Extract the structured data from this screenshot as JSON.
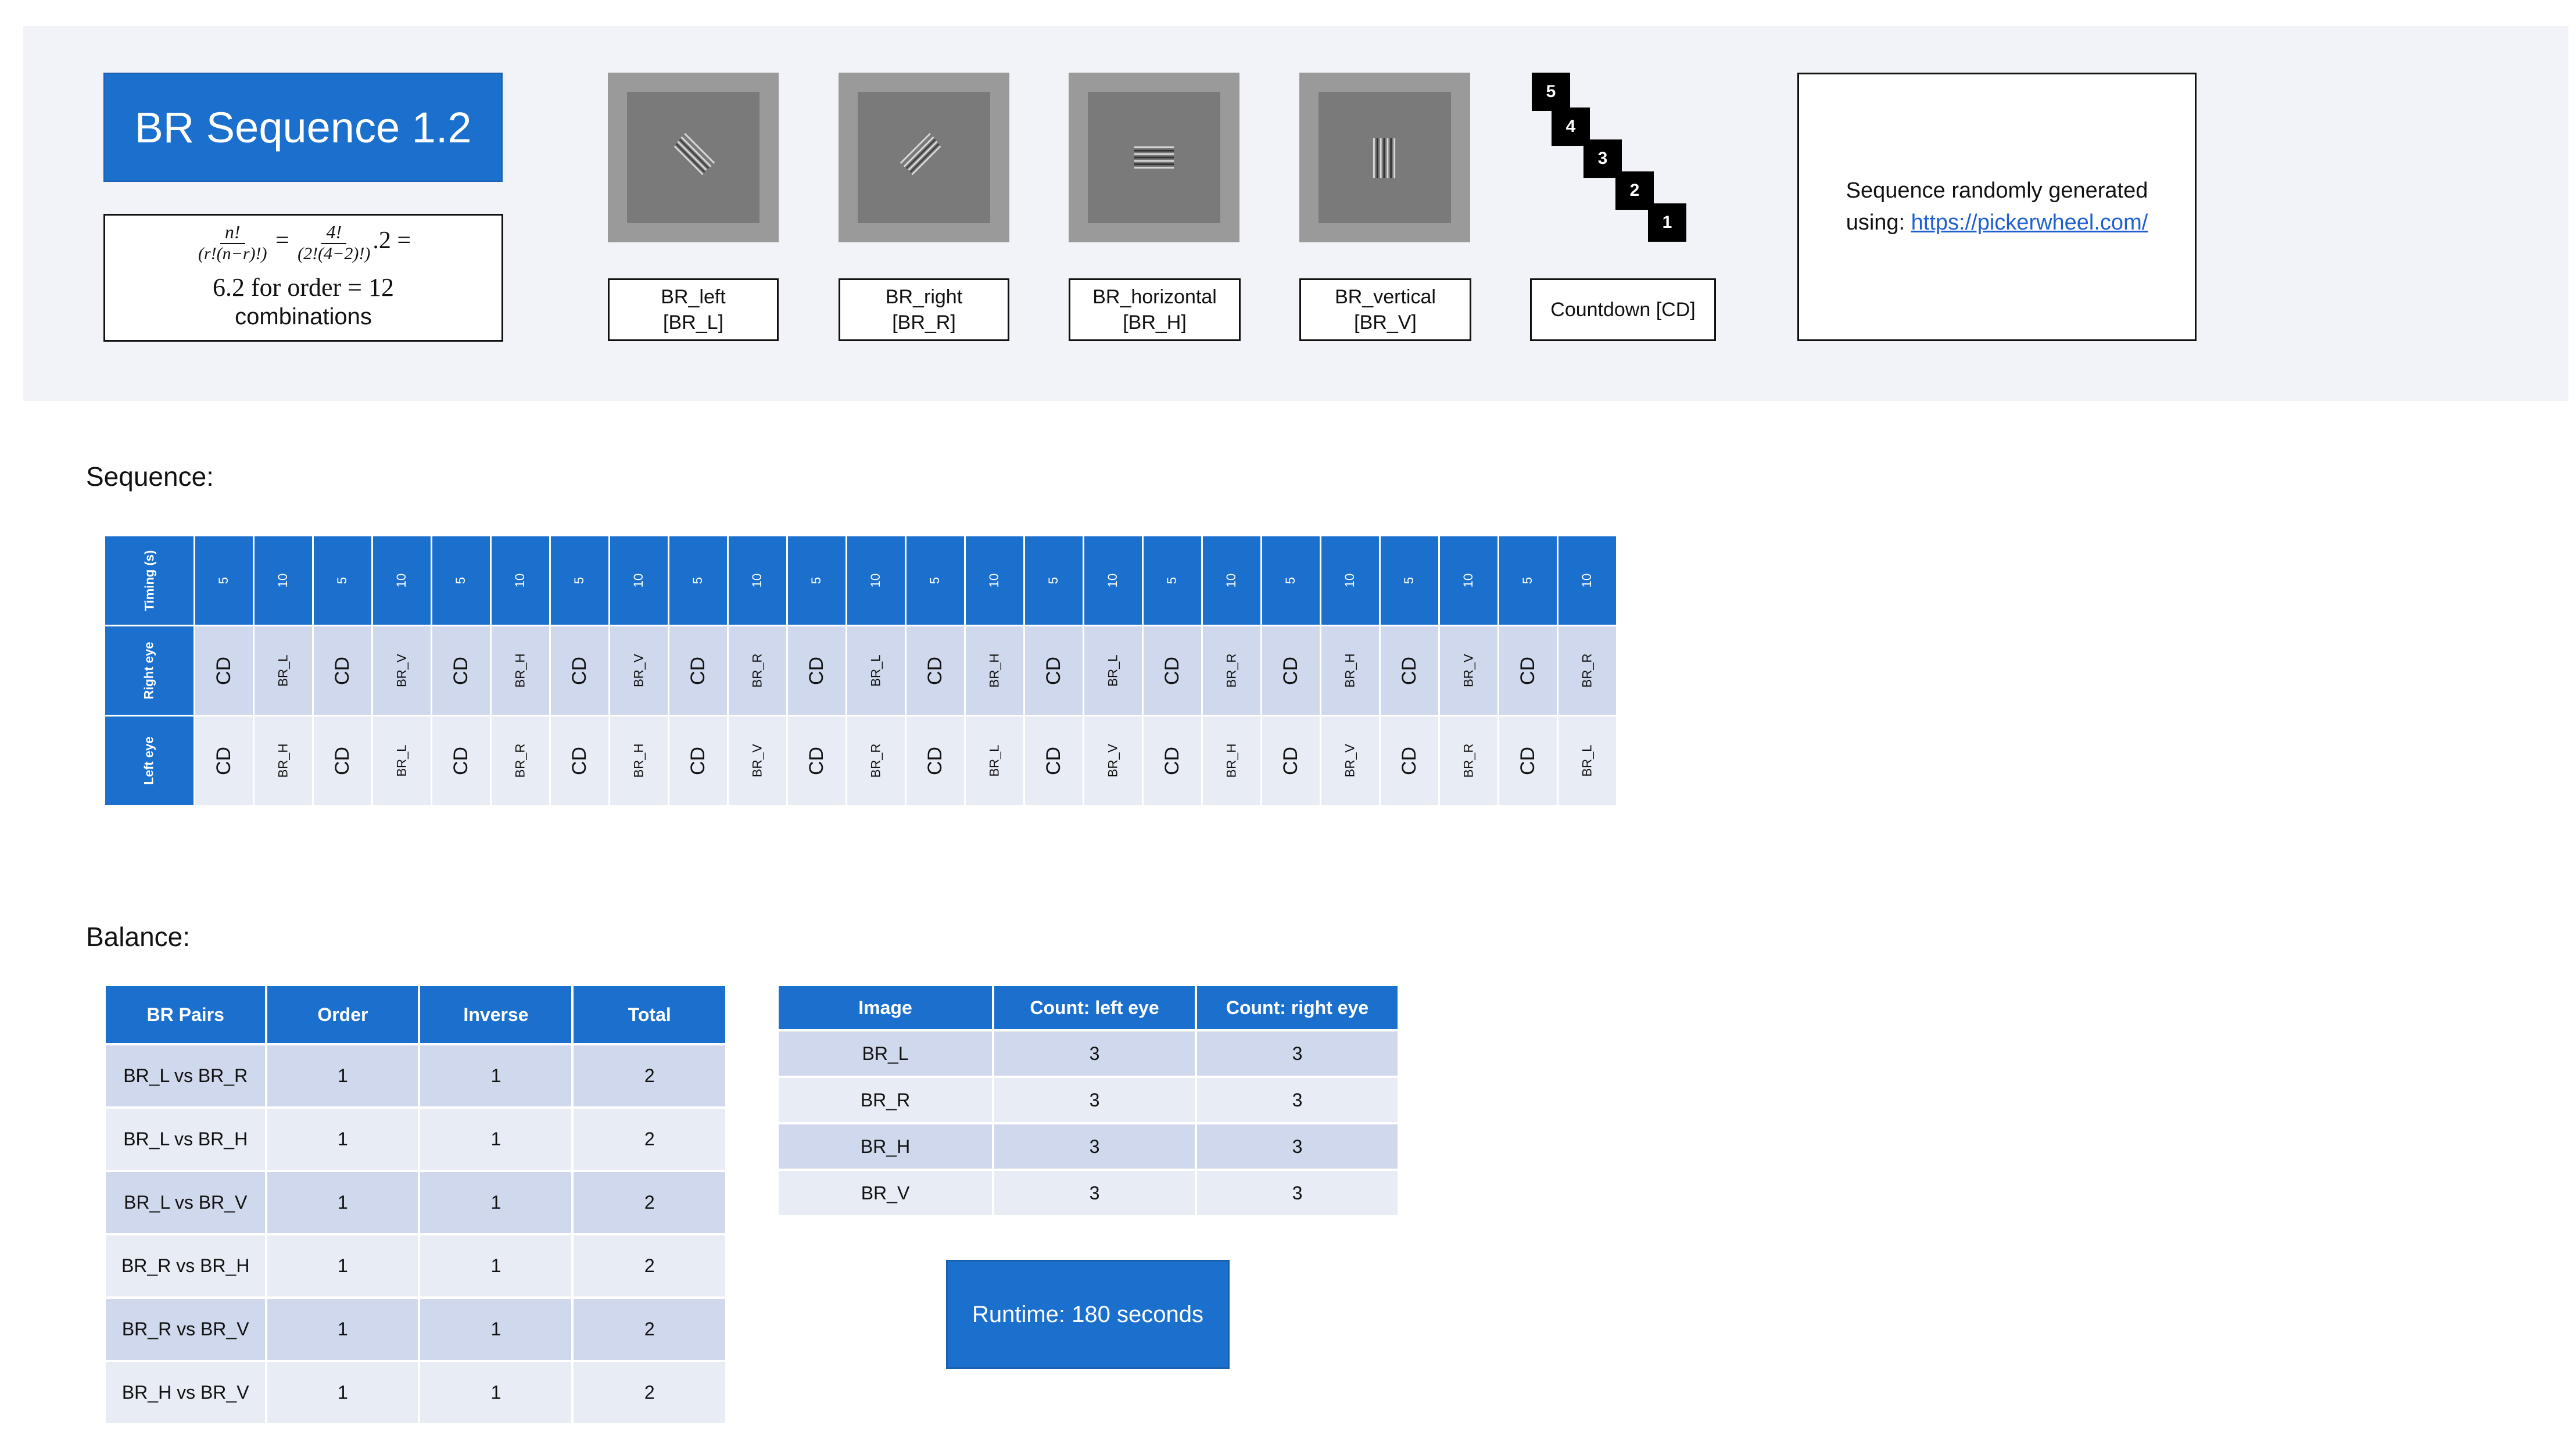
{
  "title": "BR Sequence 1.2",
  "formula": {
    "frac1_num": "n!",
    "frac1_den": "(r!(n−r)!)",
    "frac2_num": "4!",
    "frac2_den": "(2!(4−2)!)",
    "tail": ".2 =",
    "line2": "6.2 for order = 12",
    "line3": "combinations"
  },
  "stimuli": [
    {
      "name": "BR_left",
      "code": "[BR_L]"
    },
    {
      "name": "BR_right",
      "code": "[BR_R]"
    },
    {
      "name": "BR_horizontal",
      "code": "[BR_H]"
    },
    {
      "name": "BR_vertical",
      "code": "[BR_V]"
    }
  ],
  "countdown": {
    "digits": [
      "5",
      "4",
      "3",
      "2",
      "1"
    ],
    "label": "Countdown [CD]"
  },
  "picker": {
    "text": "Sequence  randomly generated",
    "prefix": "using: ",
    "link": "https://pickerwheel.com/"
  },
  "sequence": {
    "heading": "Sequence:",
    "row_labels": [
      "Timing (s)",
      "Right eye",
      "Left eye"
    ],
    "timing": [
      "5",
      "10",
      "5",
      "10",
      "5",
      "10",
      "5",
      "10",
      "5",
      "10",
      "5",
      "10",
      "5",
      "10",
      "5",
      "10",
      "5",
      "10",
      "5",
      "10",
      "5",
      "10",
      "5",
      "10"
    ],
    "right_eye": [
      "CD",
      "BR_L",
      "CD",
      "BR_V",
      "CD",
      "BR_H",
      "CD",
      "BR_V",
      "CD",
      "BR_R",
      "CD",
      "BR_L",
      "CD",
      "BR_H",
      "CD",
      "BR_L",
      "CD",
      "BR_R",
      "CD",
      "BR_H",
      "CD",
      "BR_V",
      "CD",
      "BR_R"
    ],
    "left_eye": [
      "CD",
      "BR_H",
      "CD",
      "BR_L",
      "CD",
      "BR_R",
      "CD",
      "BR_H",
      "CD",
      "BR_V",
      "CD",
      "BR_R",
      "CD",
      "BR_L",
      "CD",
      "BR_V",
      "CD",
      "BR_H",
      "CD",
      "BR_V",
      "CD",
      "BR_R",
      "CD",
      "BR_L"
    ]
  },
  "balance": {
    "heading": "Balance:",
    "pairs_headers": [
      "BR Pairs",
      "Order",
      "Inverse",
      "Total"
    ],
    "pairs_rows": [
      [
        "BR_L vs BR_R",
        "1",
        "1",
        "2"
      ],
      [
        "BR_L vs BR_H",
        "1",
        "1",
        "2"
      ],
      [
        "BR_L vs BR_V",
        "1",
        "1",
        "2"
      ],
      [
        "BR_R vs BR_H",
        "1",
        "1",
        "2"
      ],
      [
        "BR_R vs BR_V",
        "1",
        "1",
        "2"
      ],
      [
        "BR_H vs BR_V",
        "1",
        "1",
        "2"
      ]
    ],
    "counts_headers": [
      "Image",
      "Count: left eye",
      "Count: right eye"
    ],
    "counts_rows": [
      [
        "BR_L",
        "3",
        "3"
      ],
      [
        "BR_R",
        "3",
        "3"
      ],
      [
        "BR_H",
        "3",
        "3"
      ],
      [
        "BR_V",
        "3",
        "3"
      ]
    ]
  },
  "runtime": "Runtime:  180 seconds"
}
